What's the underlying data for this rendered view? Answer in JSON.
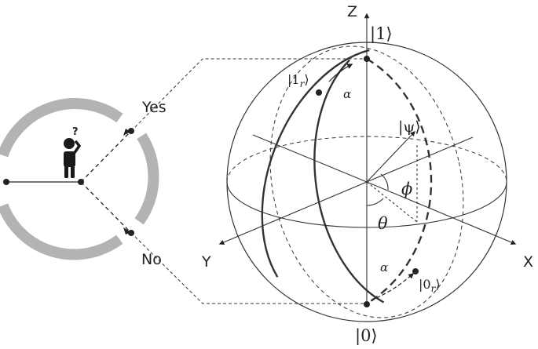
{
  "decision": {
    "question_mark": "?",
    "yes_label": "Yes",
    "no_label": "No"
  },
  "sphere": {
    "axis_z": "Z",
    "axis_x": "X",
    "axis_y": "Y",
    "ket_one": "|1⟩",
    "ket_zero": "|0⟩",
    "ket_psi": "|ψ⟩",
    "ket_one_r": "|1",
    "ket_zero_r": "|0",
    "subscript_r": "r",
    "ket_close": "⟩",
    "theta": "θ",
    "phi": "ϕ",
    "alpha_top": "α",
    "alpha_bottom": "α"
  },
  "colors": {
    "ring": "#b3b3b3",
    "line": "#333333",
    "figure": "#1a1a1a"
  }
}
